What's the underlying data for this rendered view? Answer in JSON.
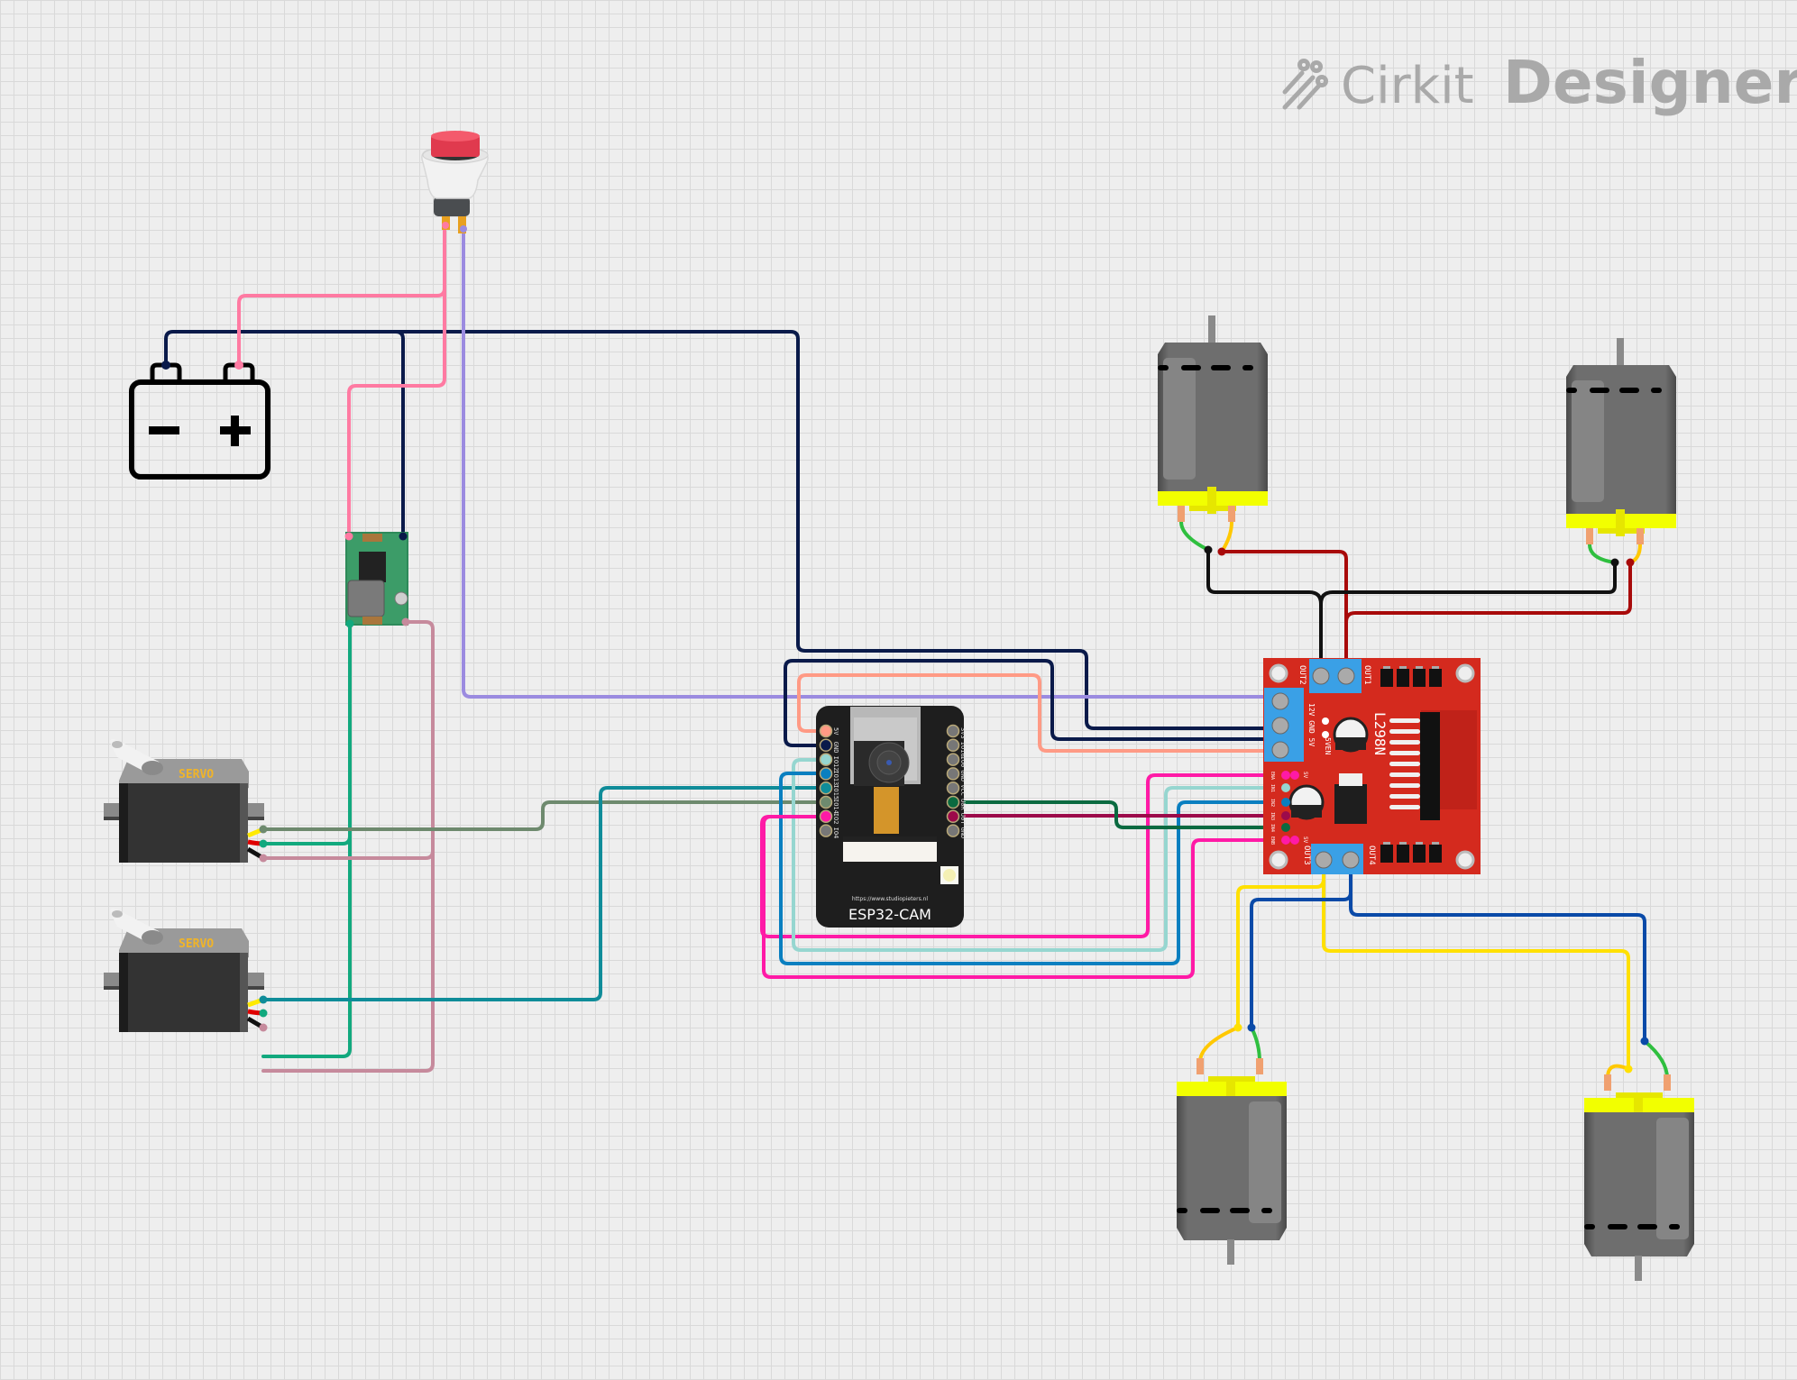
{
  "app": {
    "logo_prefix": "Cirkit",
    "logo_suffix": "Designer",
    "logo_icon": "cirkit-logo-icon"
  },
  "colors": {
    "background": "#eeeeee",
    "grid_line": "#d9d9d9",
    "logo": "#a9a9a9"
  },
  "components": {
    "battery": {
      "name": "Battery",
      "neg_symbol": "−",
      "pos_symbol": "+"
    },
    "pushbutton": {
      "name": "Pushbutton"
    },
    "buck_converter": {
      "name": "Mini DC-DC Buck Converter"
    },
    "servo_top": {
      "label": "SERVO"
    },
    "servo_bottom": {
      "label": "SERVO"
    },
    "esp32cam": {
      "url": "https://www.studiopieters.nl",
      "title": "ESP32-CAM",
      "left_pins": [
        "5V",
        "GND",
        "IO12",
        "IO13",
        "IO15",
        "IO14",
        "IO2",
        "IO4"
      ],
      "right_pins": [
        "3V3",
        "IO16",
        "IO0",
        "GND",
        "VCC",
        "U0R",
        "U0T",
        "GND"
      ]
    },
    "l298n": {
      "chip_label": "L298N",
      "out1": "OUT1",
      "out2": "OUT2",
      "out3": "OUT3",
      "out4": "OUT4",
      "power_labels": "12V GND 5V",
      "jumper_label": "5VEN",
      "header_pins": [
        "ENA",
        "IN1",
        "IN2",
        "IN3",
        "IN4",
        "ENB"
      ],
      "header_5v": "5V"
    },
    "motors": [
      {
        "name": "DC Motor 1"
      },
      {
        "name": "DC Motor 2"
      },
      {
        "name": "DC Motor 3"
      },
      {
        "name": "DC Motor 4"
      }
    ]
  },
  "wires": [
    {
      "id": "bat-neg-gnd",
      "color": "#0a1a4a"
    },
    {
      "id": "bat-pos-button",
      "color": "#ff7aa2"
    },
    {
      "id": "button-buck-in",
      "color": "#ff7aa2"
    },
    {
      "id": "button-l298-12v",
      "color": "#9b8be0"
    },
    {
      "id": "buck-gnd",
      "color": "#0a1a4a"
    },
    {
      "id": "esp-gnd-l298",
      "color": "#0a1a4a"
    },
    {
      "id": "esp-5v-l298",
      "color": "#ff9a85"
    },
    {
      "id": "buck-out-servo-vcc",
      "color": "#12a97e"
    },
    {
      "id": "buck-gnd-servo",
      "color": "#c68a9c"
    },
    {
      "id": "servo1-signal",
      "color": "#6e8a6e"
    },
    {
      "id": "servo2-signal",
      "color": "#0f8c99"
    },
    {
      "id": "ena",
      "color": "#ff1aa6"
    },
    {
      "id": "in1",
      "color": "#96d6d0"
    },
    {
      "id": "in2",
      "color": "#0a7fc0"
    },
    {
      "id": "in3",
      "color": "#9c0a4a"
    },
    {
      "id": "in4",
      "color": "#0a6a40"
    },
    {
      "id": "enb",
      "color": "#ff1aa6"
    },
    {
      "id": "out1",
      "color": "#a80a0a"
    },
    {
      "id": "out2",
      "color": "#111111"
    },
    {
      "id": "out3",
      "color": "#ffe000"
    },
    {
      "id": "out4",
      "color": "#0a4aa8"
    }
  ]
}
